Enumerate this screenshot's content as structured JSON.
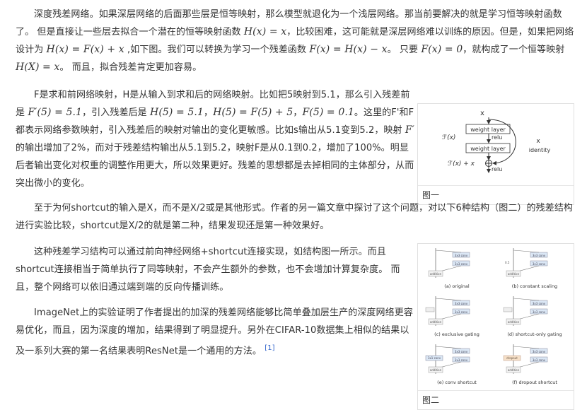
{
  "p1": {
    "s1": "深度残差网络。如果深层网络的后面那些层是恒等映射，那么模型就退化为一个浅层网络。那当前要解决的就是学习恒等映射函数了。 但是直接让一些层去拟合一个潜在的恒等映射函数 ",
    "m1": "H(x) = x",
    "s2": "，比较困难，这可能就是深层网络难以训练的原因。但是，如果把网络设计为 ",
    "m2": "H(x) = F(x) + x",
    "s3": " ,如下图。我们可以转换为学习一个残差函数 ",
    "m3": "F(x) = H(x) − x",
    "s4": "。 只要 ",
    "m4": "F(x) = 0",
    "s5": "，就构成了一个恒等映射 ",
    "m5": "H(X) = x",
    "s6": "。 而且，拟合残差肯定更加容易。"
  },
  "p2": {
    "s1": "F是求和前网络映射，H是从输入到求和后的网络映射。比如把5映射到5.1，那么引入残差前是 ",
    "m1": "F′(5) = 5.1",
    "s2": "，引入残差后是 ",
    "m2": "H(5) = 5.1",
    "s3": "，",
    "m3": "H(5) = F(5) + 5",
    "s4": "，",
    "m4": "F(5) = 0.1",
    "s5": "。这里的F'和F都表示网络参数映射，引入残差后的映射对输出的变化更敏感。比如s输出从5.1变到5.2，映射 ",
    "m5": "F′",
    "s6": " 的输出增加了2%，而对于残差结构输出从5.1到5.2，映射F是从0.1到0.2，增加了100%。明显后者输出变化对权重的调整作用更大，所以效果更好。残差的思想都是去掉相同的主体部分，从而突出微小的变化。"
  },
  "p3": "至于为何shortcut的输入是X，而不是X/2或是其他形式。作者的另一篇文章中探讨了这个问题，对以下6种结构（图二）的残差结构进行实验比较，shortcut是X/2的就是第二种，结果发现还是第一种效果好。",
  "p4": "这种残差学习结构可以通过前向神经网络+shortcut连接实现，如结构图一所示。而且shortcut连接相当于简单执行了同等映射，不会产生额外的参数，也不会增加计算复杂度。 而且，整个网络可以依旧通过端到端的反向传播训练。",
  "p5": {
    "text": "ImageNet上的实验证明了作者提出的加深的残差网络能够比简单叠加层生产的深度网络更容易优化，而且，因为深度的增加，结果得到了明显提升。另外在CIFAR-10数据集上相似的结果以及一系列大赛的第一名结果表明ResNet是一个通用的方法。 ",
    "ref": "[1]"
  },
  "fig1": {
    "caption": "图一",
    "x_top": "x",
    "layer1": "weight layer",
    "layer2": "weight layer",
    "relu1": "relu",
    "relu2": "relu",
    "fx": "ℱ(x)",
    "sum": "ℱ(x) + x",
    "x_side": "x",
    "identity": "identity"
  },
  "fig2": {
    "caption": "图二",
    "labels": [
      "(a) original",
      "(b) constant scaling",
      "(c) exclusive gating",
      "(d) shortcut-only gating",
      "(e) conv shortcut",
      "(f) dropout shortcut"
    ],
    "block_label": "3x3 conv",
    "add_label": "addition",
    "scale_label": "0.5",
    "dropout_label": "dropout",
    "conv_label": "1x1 conv"
  },
  "colors": {
    "text": "#333333",
    "link": "#3366cc",
    "border": "#e0e0e0",
    "block": "#dbe7f5"
  }
}
